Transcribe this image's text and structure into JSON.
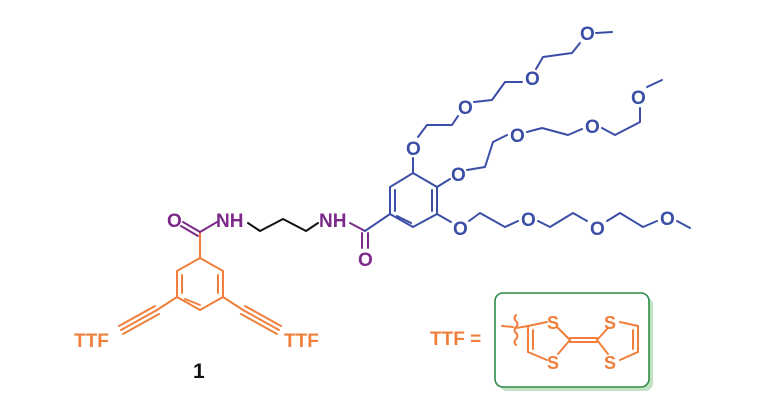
{
  "compound": {
    "number_label": "1",
    "labels": {
      "oxygen": "O",
      "amide_nh": "NH",
      "ttf": "TTF",
      "sulfur": "S",
      "ttf_definition": "TTF ="
    }
  },
  "colors": {
    "ttf_core": "#f07f3c",
    "amide": "#7b2a8a",
    "glycol": "#3a4ea6",
    "linker": "#111111",
    "box_border": "#2f8a46",
    "box_shadow": "#bfe3c2"
  }
}
